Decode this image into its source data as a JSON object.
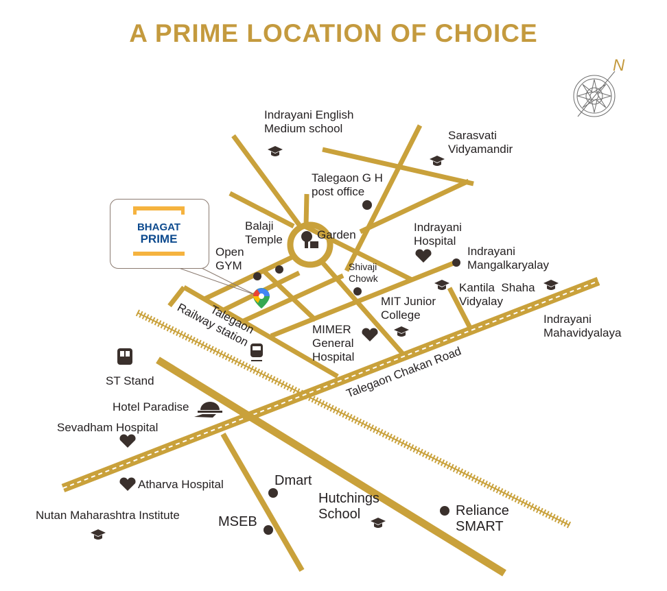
{
  "title": "A PRIME LOCATION OF CHOICE",
  "compass": {
    "north_label": "N"
  },
  "logo": {
    "line1": "BHAGAT",
    "line2": "PRIME"
  },
  "colors": {
    "road": "#c9a13b",
    "title": "#c49a3e",
    "text": "#231f20",
    "logo_blue": "#0d4a8e",
    "logo_orange": "#f5b33f"
  },
  "labels": {
    "indrayani_english": [
      "Indrayani English",
      "Medium school"
    ],
    "sarasvati": [
      "Sarasvati",
      "Vidyamandir"
    ],
    "post_office": [
      "Talegaon G H",
      "post office"
    ],
    "balaji": [
      "Balaji",
      "Temple"
    ],
    "garden": "Garden",
    "open_gym": [
      "Open",
      "GYM"
    ],
    "indrayani_hospital": [
      "Indrayani",
      "Hospital"
    ],
    "mangalkaryalay": [
      "Indrayani",
      "Mangalkaryalay"
    ],
    "shivaji": [
      "Shivaji",
      "Chowk"
    ],
    "kantila": [
      "Kantila  Shaha",
      "Vidyalay"
    ],
    "mit": [
      "MIT Junior",
      "College"
    ],
    "mahavidyalaya": [
      "Indrayani",
      "Mahavidyalaya"
    ],
    "railway": [
      "Talegaon",
      "Railway station"
    ],
    "mimer": [
      "MIMER",
      "General",
      "Hospital"
    ],
    "chakan_road": "Talegaon Chakan Road",
    "st_stand": "ST Stand",
    "hotel_paradise": "Hotel Paradise",
    "sevadham": "Sevadham Hospital",
    "atharva": "Atharva Hospital",
    "dmart": "Dmart",
    "hutchings": [
      "Hutchings",
      "School"
    ],
    "reliance": [
      "Reliance",
      "SMART"
    ],
    "nutan": "Nutan Maharashtra Institute",
    "mseb": "MSEB"
  }
}
